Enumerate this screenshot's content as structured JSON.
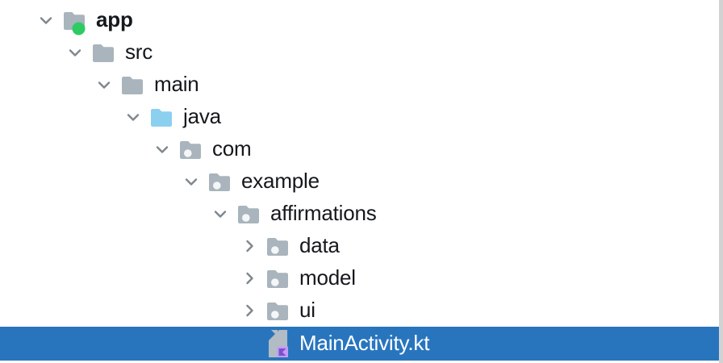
{
  "colors": {
    "background": "#FFFFFF",
    "tree_text": "#15181C",
    "chevron": "#7F878E",
    "folder": "#A9B4BC",
    "source_folder": "#8CD0F0",
    "package_dot": "#F4F6F7",
    "module_dot": "#2ECB64",
    "file_page": "#B2BCC4",
    "kotlin_badge": "#C49BF4",
    "kotlin_mark": "#7A52CF",
    "selection_bg": "#2875BE",
    "selection_text": "#FFFFFF",
    "right_edge": "#D2D2D2"
  },
  "tree": {
    "items": [
      {
        "label": "app",
        "level": 0,
        "icon": "module-folder",
        "state": "expanded",
        "bold": true
      },
      {
        "label": "src",
        "level": 1,
        "icon": "folder",
        "state": "expanded"
      },
      {
        "label": "main",
        "level": 2,
        "icon": "folder",
        "state": "expanded"
      },
      {
        "label": "java",
        "level": 3,
        "icon": "source-folder",
        "state": "expanded"
      },
      {
        "label": "com",
        "level": 4,
        "icon": "package",
        "state": "expanded"
      },
      {
        "label": "example",
        "level": 5,
        "icon": "package",
        "state": "expanded"
      },
      {
        "label": "affirmations",
        "level": 6,
        "icon": "package",
        "state": "expanded"
      },
      {
        "label": "data",
        "level": 7,
        "icon": "package",
        "state": "collapsed"
      },
      {
        "label": "model",
        "level": 7,
        "icon": "package",
        "state": "collapsed"
      },
      {
        "label": "ui",
        "level": 7,
        "icon": "package",
        "state": "collapsed"
      },
      {
        "label": "MainActivity.kt",
        "level": 7,
        "icon": "kotlin-file",
        "state": "selected"
      }
    ]
  }
}
